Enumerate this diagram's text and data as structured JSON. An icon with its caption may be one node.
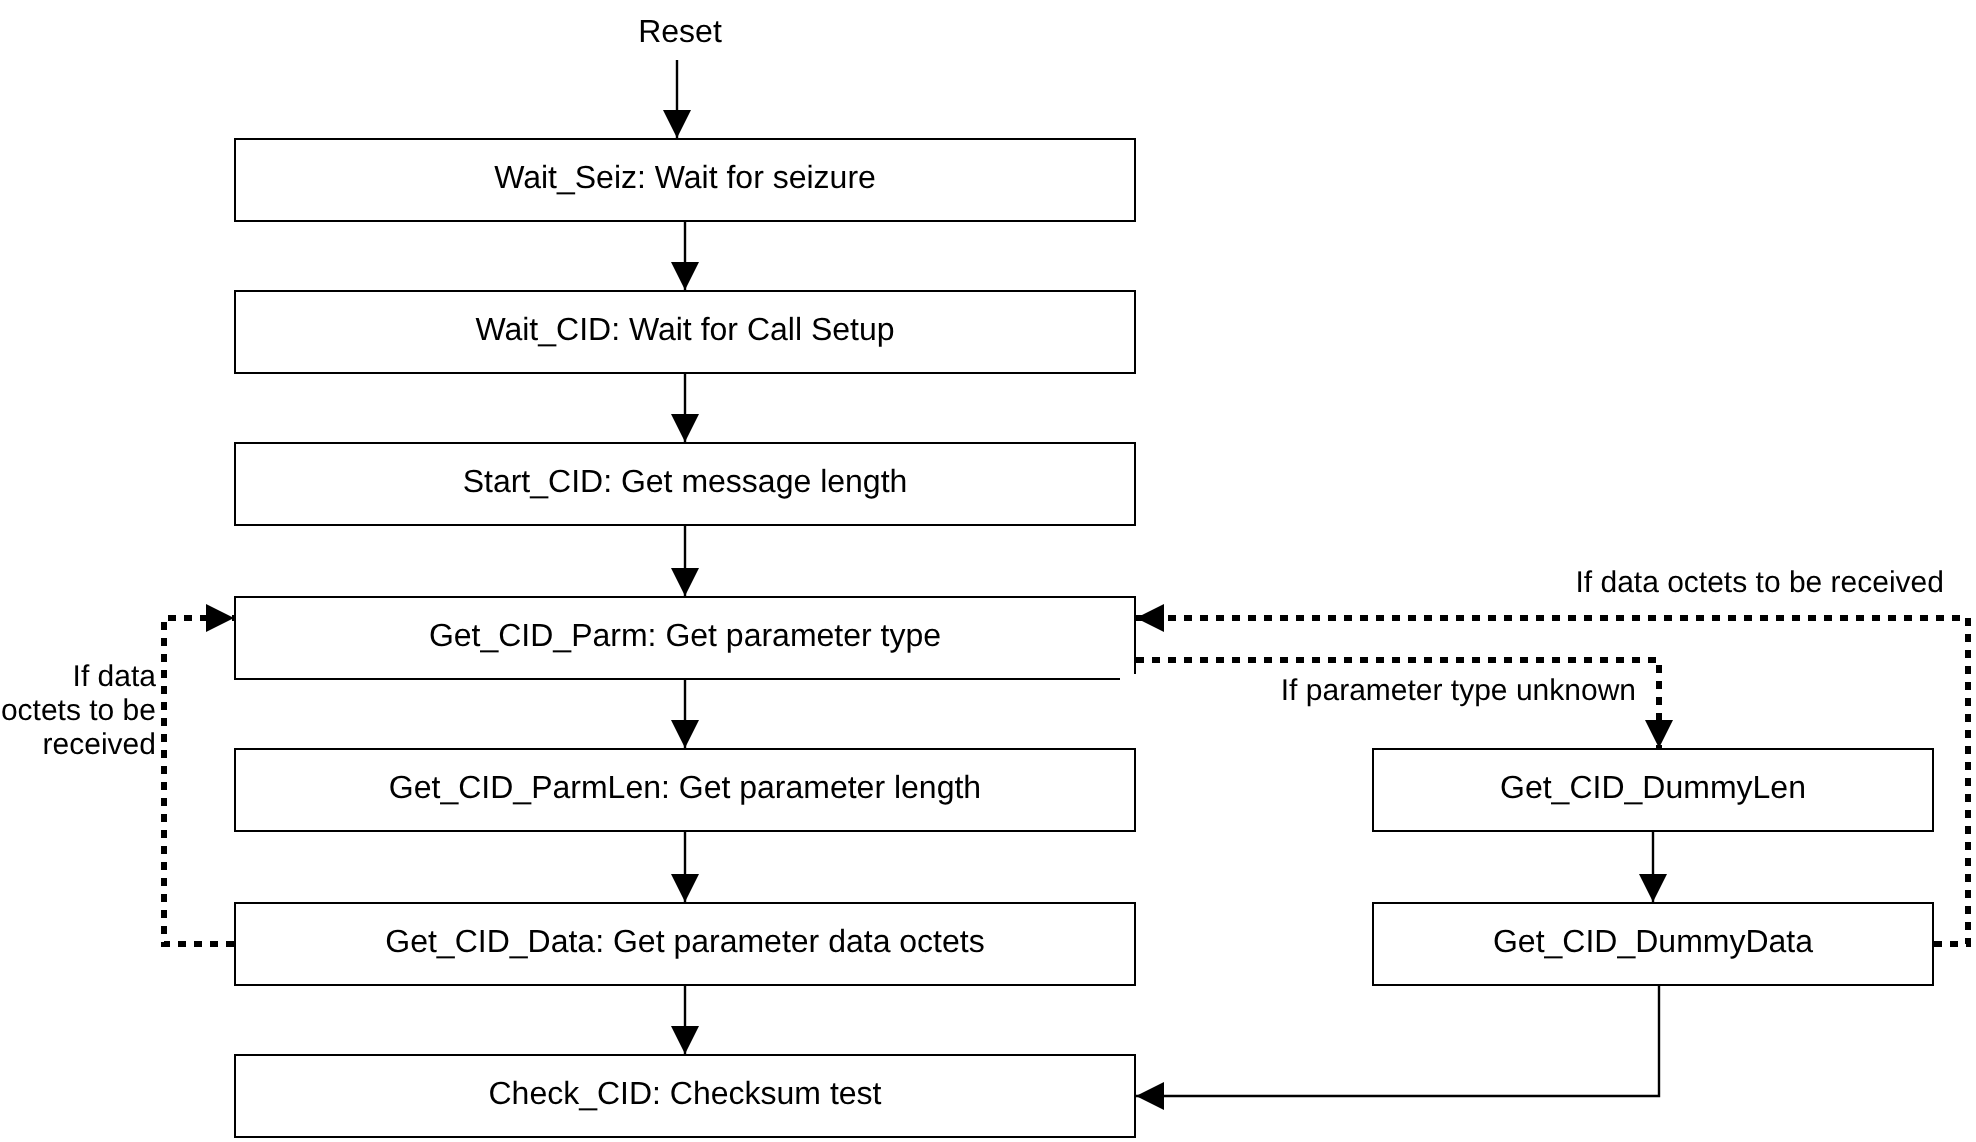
{
  "diagram": {
    "nodes": [
      {
        "text": [
          "Reset"
        ]
      },
      {
        "text": [
          "Wait_Seiz: Wait for seizure"
        ]
      },
      {
        "text": [
          "Wait_CID: Wait for Call Setup"
        ]
      },
      {
        "text": [
          "Start_CID: Get message length"
        ]
      },
      {
        "text": [
          "Get_CID_Parm: Get parameter type"
        ]
      },
      {
        "text": [
          "Get_CID_ParmLen: Get parameter length"
        ]
      },
      {
        "text": [
          "Get_CID_Data: Get parameter data octets"
        ]
      },
      {
        "text": [
          "Check_CID: Checksum test"
        ]
      },
      {
        "text": [
          "Get_CID_DummyLen"
        ]
      },
      {
        "text": [
          "Get_CID_DummyData"
        ]
      }
    ],
    "edges": [
      {
        "from": 0,
        "to": 1,
        "arrow": "to"
      },
      {
        "from": 1,
        "to": 2,
        "arrow": "to"
      },
      {
        "from": 2,
        "to": 3,
        "arrow": "to"
      },
      {
        "from": 3,
        "to": 4,
        "arrow": "to"
      },
      {
        "from": 4,
        "to": 5,
        "arrow": "to"
      },
      {
        "from": 5,
        "to": 6,
        "arrow": "to"
      },
      {
        "from": 6,
        "to": 7,
        "arrow": "to"
      },
      {
        "from": 6,
        "to": 4,
        "arrow": "to",
        "label": "If data octets to be received",
        "style": "dashed"
      },
      {
        "from": 4,
        "to": 8,
        "arrow": "to",
        "label": "If parameter type unknown",
        "style": "dashed"
      },
      {
        "from": 8,
        "to": 9,
        "arrow": "to"
      },
      {
        "from": 9,
        "to": 7,
        "arrow": "to"
      },
      {
        "from": 9,
        "to": 4,
        "arrow": "to",
        "label": "If data octets to be received",
        "style": "dashed"
      }
    ]
  }
}
